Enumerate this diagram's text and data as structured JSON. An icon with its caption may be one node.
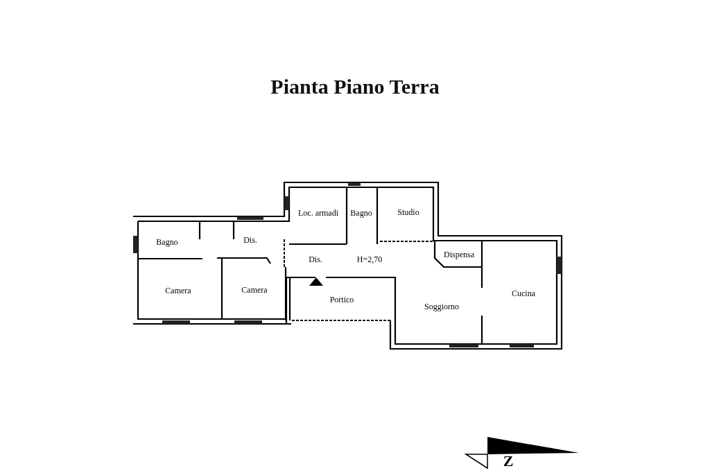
{
  "diagram": {
    "title": "Pianta Piano Terra",
    "labels": [
      "Loc. armadi",
      "Bagno",
      "Studio",
      "Bagno",
      "Dis.",
      "Dis.",
      "H=2,70",
      "Dispensa",
      "Camera",
      "Camera",
      "Portico",
      "Soggiorno",
      "Cucina",
      "Z"
    ]
  }
}
